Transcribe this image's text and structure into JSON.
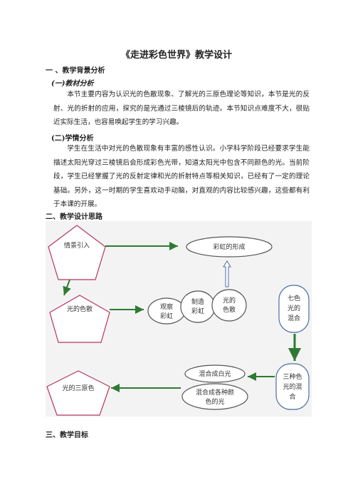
{
  "doc": {
    "title": "《走进彩色世界》教学设计",
    "sec1": "一 、教学背景分析",
    "sec1_1": "(一)教材分析",
    "para1": "本节主要内容为认识光的色散现象、了解光的三原色理论等知识，本节是光的反射、光的折射的应用，探究的是光通过三棱镜后的轨迹。本节知识点难度不大，很贴近实际生活，也容易唤起学生的学习兴趣。",
    "sec1_2": "(二)学情分析",
    "para2": "学生在生活中对光的色散现象有丰富的感性认识。小学科学阶段已经要求学生能描述太阳光穿过三棱镜后会形成彩色光带，知道太阳光中包含不同颜色的光。当前阶段，学生已经掌握了光的反射定律和光的折射特点等相关知识，已经有了一定的理论基础。另外，这一时期的学生喜欢动手动脑，对直观的内容比较感兴趣，这些都有利于本课的开展。",
    "sec2": "二、教学设计思路",
    "sec3": "三、教学目标"
  },
  "diagram": {
    "node_intro": "情景引入",
    "node_rainbow": "彩虹的形成",
    "node_dispersion": "光的色散",
    "node_observe_1": "观察",
    "node_observe_2": "彩虹",
    "node_make_1": "制造",
    "node_make_2": "彩虹",
    "node_light_disp_1": "光的",
    "node_light_disp_2": "色散",
    "node_seven_1": "七色",
    "node_seven_2": "光的",
    "node_seven_3": "混合",
    "node_primary": "光的三原色",
    "node_white": "混合成白光",
    "node_various_1": "混合成各种颜",
    "node_various_2": "色的光",
    "node_three_1": "三种色",
    "node_three_2": "光的混",
    "node_three_3": "合"
  },
  "colors": {
    "shape_fill": "#ffffff",
    "shape_stroke": "#b5375a",
    "arrow": "#2e7a32",
    "hollow_arrow": "#4a6fa5",
    "diagram_bg": "#f3f3f3"
  }
}
